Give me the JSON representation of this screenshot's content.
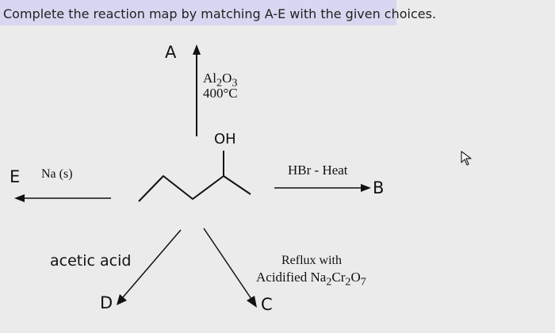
{
  "instruction": "Complete the reaction map by matching A-E with the given choices.",
  "molecule": {
    "hydroxyl_label": "OH"
  },
  "reactions": {
    "A": {
      "letter": "A",
      "reagent_line1": {
        "base": "Al",
        "sub1": "2",
        "mid": "O",
        "sub2": "3"
      },
      "reagent_line2": "400°C"
    },
    "B": {
      "letter": "B",
      "reagent": "HBr - Heat"
    },
    "C": {
      "letter": "C",
      "reagent_line1": "Reflux with",
      "reagent_line2": {
        "base": "Acidified Na",
        "sub1": "2",
        "mid": "Cr",
        "sub2": "2",
        "end": "O",
        "sub3": "7"
      }
    },
    "D": {
      "letter": "D",
      "reagent": "acetic acid"
    },
    "E": {
      "letter": "E",
      "reagent": "Na (s)"
    }
  },
  "icons": {
    "cursor": "mouse-pointer-icon"
  }
}
